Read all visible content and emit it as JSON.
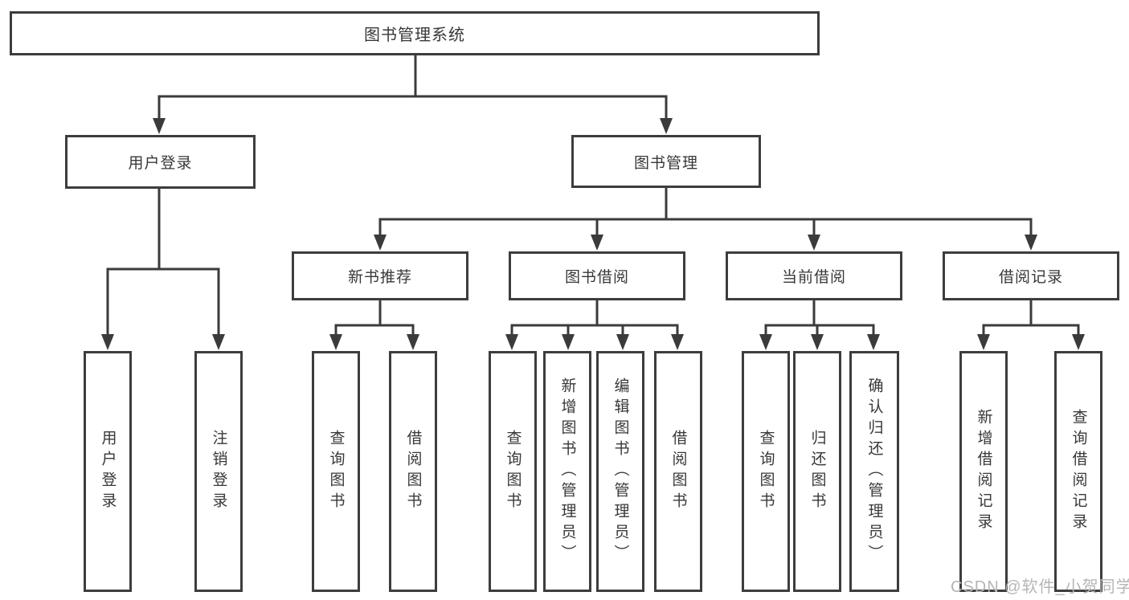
{
  "tree": {
    "label": "图书管理系统",
    "children": [
      {
        "label": "用户登录",
        "children": [
          {
            "label": "用户登录"
          },
          {
            "label": "注销登录"
          }
        ]
      },
      {
        "label": "图书管理",
        "children": [
          {
            "label": "新书推荐",
            "children": [
              {
                "label": "查询图书"
              },
              {
                "label": "借阅图书"
              }
            ]
          },
          {
            "label": "图书借阅",
            "children": [
              {
                "label": "查询图书"
              },
              {
                "label": "新增图书（管理员）"
              },
              {
                "label": "编辑图书（管理员）"
              },
              {
                "label": "借阅图书"
              }
            ]
          },
          {
            "label": "当前借阅",
            "children": [
              {
                "label": "查询图书"
              },
              {
                "label": "归还图书"
              },
              {
                "label": "确认归还（管理员）"
              }
            ]
          },
          {
            "label": "借阅记录",
            "children": [
              {
                "label": "新增借阅记录"
              },
              {
                "label": "查询借阅记录"
              }
            ]
          }
        ]
      }
    ]
  },
  "watermark": {
    "text": "CSDN @软件_小贺同学"
  },
  "colors": {
    "line": "#3b3b3b",
    "box_border": "#3d3d3d",
    "text": "#383838",
    "watermark": "#b5b5b5",
    "background": "#ffffff"
  }
}
